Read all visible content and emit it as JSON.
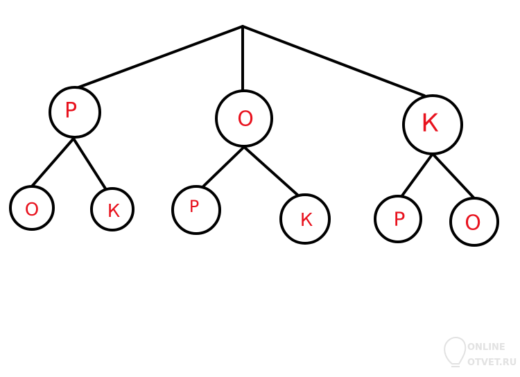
{
  "tree": {
    "label_color": "#e8121e",
    "line_color": "#000000",
    "root": {
      "label": ""
    },
    "level1": [
      {
        "label": "Р"
      },
      {
        "label": "О"
      },
      {
        "label": "К"
      }
    ],
    "level2": [
      {
        "label": "О",
        "parent": 0
      },
      {
        "label": "К",
        "parent": 0
      },
      {
        "label": "Р",
        "parent": 1
      },
      {
        "label": "К",
        "parent": 1
      },
      {
        "label": "Р",
        "parent": 2
      },
      {
        "label": "О",
        "parent": 2
      }
    ]
  },
  "watermark": {
    "line1": "ONLINE",
    "line2": "OTVET.RU",
    "icon": "lightbulb-icon"
  }
}
